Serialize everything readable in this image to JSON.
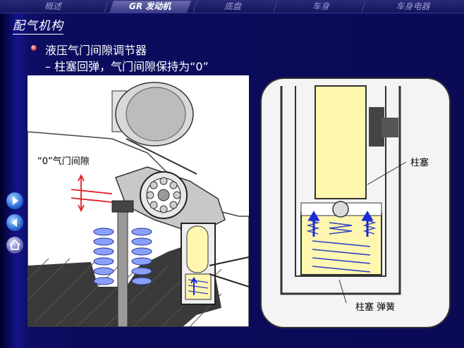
{
  "nav": {
    "items": [
      "概述",
      "GR 发动机",
      "底盘",
      "车身",
      "车身电器"
    ],
    "active_index": 1
  },
  "title": "配气机构",
  "bullet": {
    "heading": "液压气门间隙调节器",
    "sub": "– 柱塞回弹，气门间隙保持为“0”"
  },
  "figure": {
    "clearance_label": "“0”气门间隙",
    "plunger_label": "柱塞",
    "spring_label": "柱塞 弹簧"
  },
  "colors": {
    "background": "#0a0a52",
    "nav_text": "#9a9ad8",
    "accent_red": "#e02020",
    "accent_blue": "#1a2ad8",
    "cream": "#fff6b0"
  },
  "icons": {
    "next": "arrow-right-icon",
    "prev": "arrow-left-icon",
    "home": "home-icon"
  }
}
